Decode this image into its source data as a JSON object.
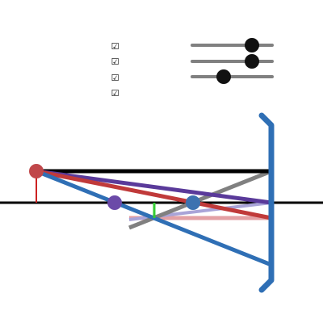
{
  "toggles": [
    {
      "checked": true,
      "glyph": "☑"
    },
    {
      "checked": true,
      "glyph": "☑"
    },
    {
      "checked": true,
      "glyph": "☑"
    },
    {
      "checked": true,
      "glyph": "☑"
    }
  ],
  "sliders": [
    {
      "value": 0.74
    },
    {
      "value": 0.74
    },
    {
      "value": 0.4
    }
  ],
  "optics": {
    "element": "concave-mirror",
    "colors": {
      "mirror": "#2f6fb5",
      "axis": "#000000",
      "object": "#c0474a",
      "object_stem": "#cc2222",
      "image_stem": "#33cc33",
      "focus_point": "#6b4aa8",
      "center_point": "#3d72b0",
      "ray_parallel": "#000000",
      "ray_focal": "#5a3a9a",
      "ray_center": "#c03a3a",
      "ray_vertex": "#2f6fb5",
      "ray_extension": "#808080",
      "reflected_focal": "#a9a4d8",
      "reflected_center": "#e3a0a4"
    }
  }
}
